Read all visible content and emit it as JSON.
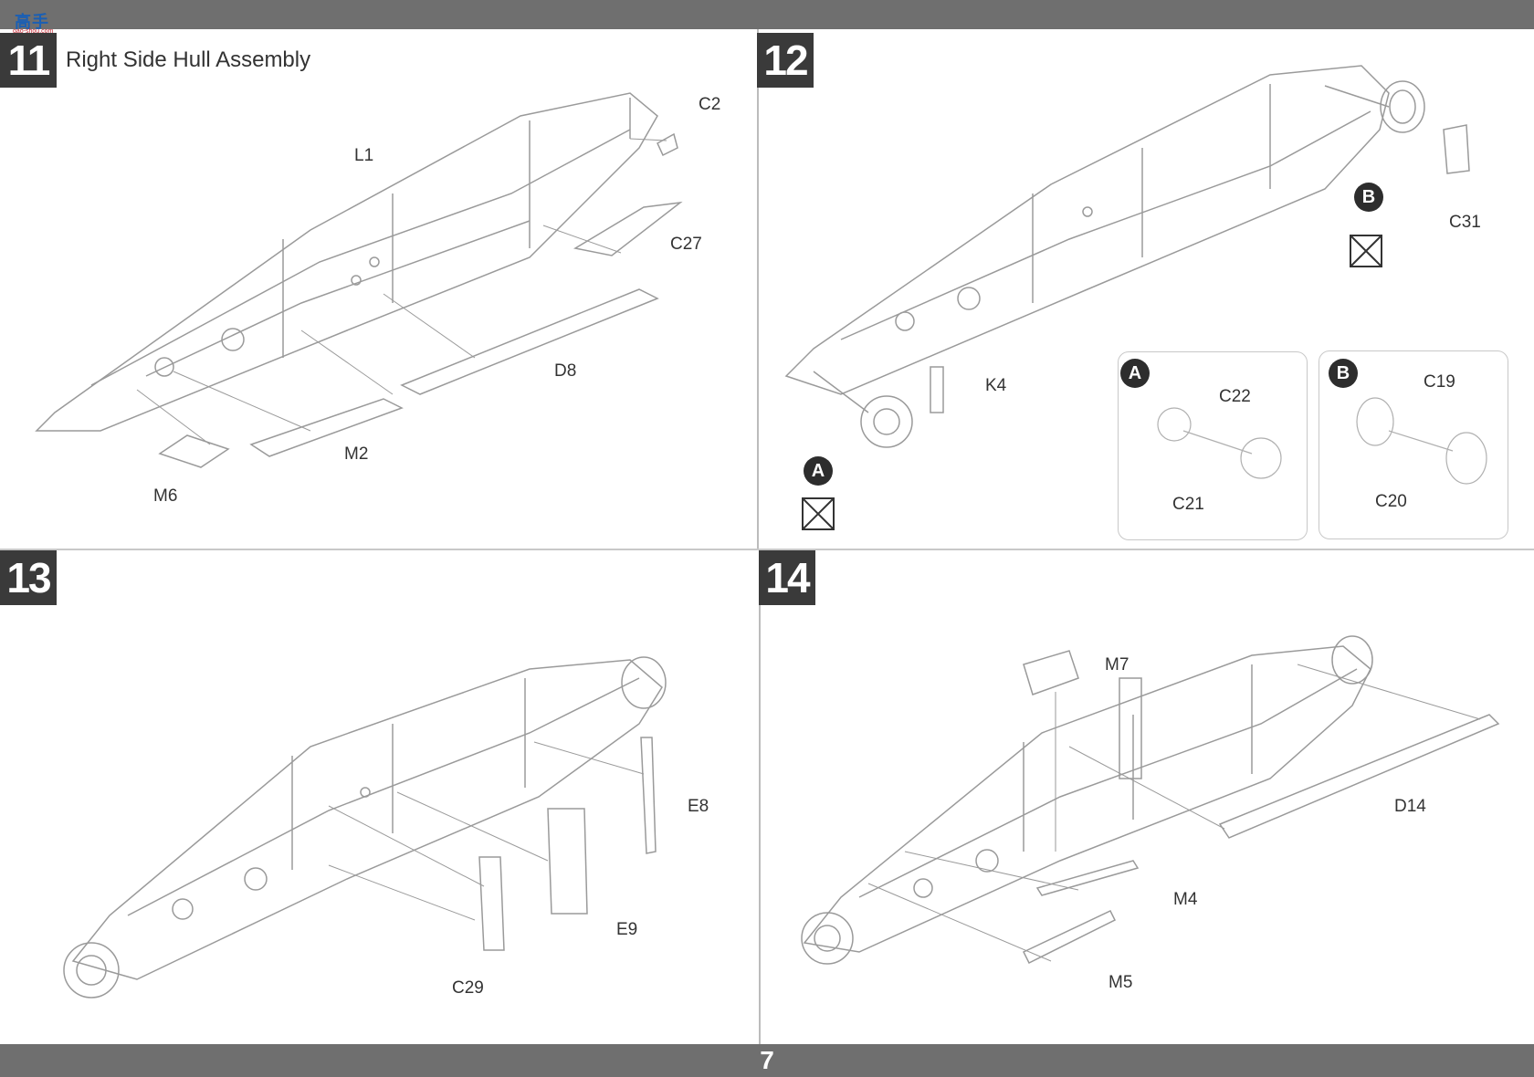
{
  "header": {
    "logo_text": "高手网",
    "logo_sub": "gao-shou.com"
  },
  "page_number": "7",
  "steps": [
    {
      "number": "11",
      "title": "Right Side Hull Assembly",
      "parts": {
        "C2": "C2",
        "L1": "L1",
        "C27": "C27",
        "D8": "D8",
        "M2": "M2",
        "M6": "M6"
      }
    },
    {
      "number": "12",
      "parts": {
        "K4": "K4",
        "C31": "C31"
      },
      "option_markers": {
        "a": "A",
        "b": "B"
      },
      "option_a": {
        "marker": "A",
        "parts": [
          "C22",
          "C21"
        ]
      },
      "option_b": {
        "marker": "B",
        "parts": [
          "C19",
          "C20"
        ]
      }
    },
    {
      "number": "13",
      "parts": {
        "E8": "E8",
        "E9": "E9",
        "C29": "C29"
      }
    },
    {
      "number": "14",
      "parts": {
        "M7": "M7",
        "D14": "D14",
        "M4": "M4",
        "M5": "M5"
      }
    }
  ],
  "colors": {
    "bars": "#6f6f6f",
    "step_box": "#3a3a3a",
    "line": "#9a9a9a"
  }
}
